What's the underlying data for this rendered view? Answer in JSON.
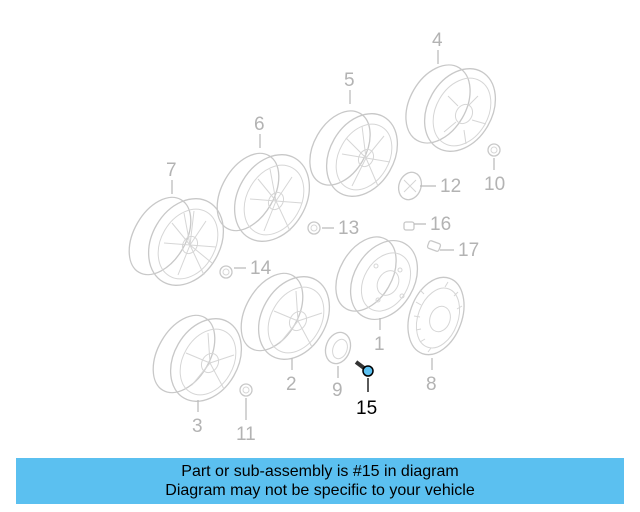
{
  "diagram": {
    "callouts": {
      "c1": "1",
      "c2": "2",
      "c3": "3",
      "c4": "4",
      "c5": "5",
      "c6": "6",
      "c7": "7",
      "c8": "8",
      "c9": "9",
      "c10": "10",
      "c11": "11",
      "c12": "12",
      "c13": "13",
      "c14": "14",
      "c15": "15",
      "c16": "16",
      "c17": "17"
    },
    "highlight_callout": "15",
    "highlight_color": "#000000",
    "part_color": "#c8c8c8"
  },
  "banner": {
    "line1": "Part or sub-assembly is #15 in diagram",
    "line2": "Diagram may not be specific to your vehicle",
    "background": "#5bc0f0"
  }
}
